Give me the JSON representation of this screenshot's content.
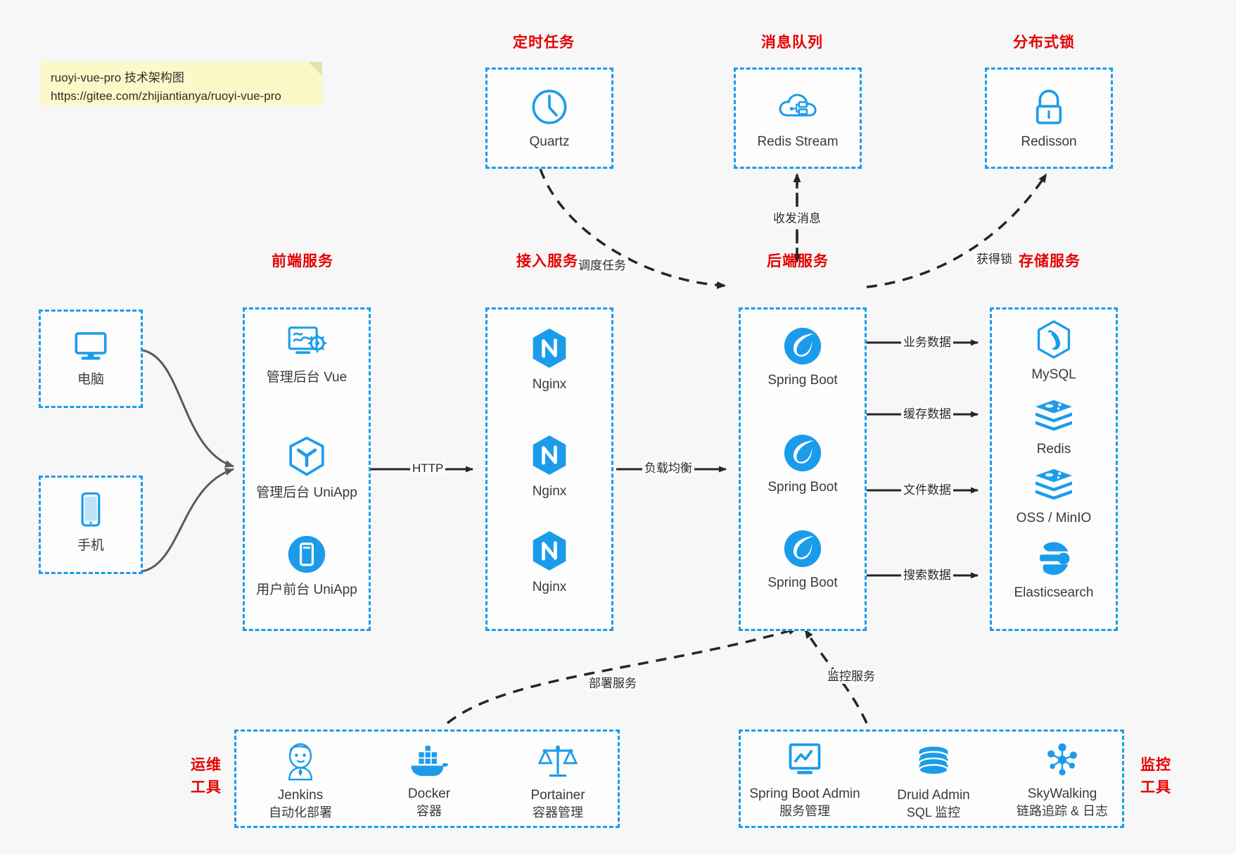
{
  "note": {
    "line1": "ruoyi-vue-pro 技术架构图",
    "line2": "https://gitee.com/zhijiantianya/ruoyi-vue-pro"
  },
  "colors": {
    "accent_blue": "#1b9ceb",
    "title_red": "#e60000",
    "note_yellow": "#fcf8c8",
    "page_bg": "#f7f7f7",
    "arrow_dark": "#262626",
    "curve_gray": "#5a5a5a"
  },
  "groups": {
    "scheduled_task": "定时任务",
    "message_queue": "消息队列",
    "distributed_lock": "分布式锁",
    "frontend_service": "前端服务",
    "access_service": "接入服务",
    "backend_service": "后端服务",
    "storage_service": "存储服务",
    "devops_tools_l1": "运维",
    "devops_tools_l2": "工具",
    "monitor_tools_l1": "监控",
    "monitor_tools_l2": "工具"
  },
  "nodes": {
    "quartz": "Quartz",
    "redis_stream": "Redis Stream",
    "redisson": "Redisson",
    "computer": "电脑",
    "phone": "手机",
    "admin_vue": "管理后台 Vue",
    "admin_uniapp": "管理后台 UniApp",
    "user_uniapp": "用户前台 UniApp",
    "nginx1": "Nginx",
    "nginx2": "Nginx",
    "nginx3": "Nginx",
    "springboot1": "Spring Boot",
    "springboot2": "Spring Boot",
    "springboot3": "Spring Boot",
    "mysql": "MySQL",
    "redis": "Redis",
    "oss_minio": "OSS / MinIO",
    "elasticsearch": "Elasticsearch",
    "jenkins": "Jenkins",
    "jenkins_sub": "自动化部署",
    "docker": "Docker",
    "docker_sub": "容器",
    "portainer": "Portainer",
    "portainer_sub": "容器管理",
    "sba": "Spring Boot Admin",
    "sba_sub": "服务管理",
    "druid": "Druid Admin",
    "druid_sub": "SQL 监控",
    "skywalking": "SkyWalking",
    "skywalking_sub": "链路追踪 & 日志"
  },
  "edges": {
    "http": "HTTP",
    "load_balance": "负载均衡",
    "schedule_task": "调度任务",
    "send_receive_msg": "收发消息",
    "acquire_lock": "获得锁",
    "business_data": "业务数据",
    "cache_data": "缓存数据",
    "file_data": "文件数据",
    "search_data": "搜索数据",
    "deploy_service": "部署服务",
    "monitor_service": "监控服务"
  }
}
